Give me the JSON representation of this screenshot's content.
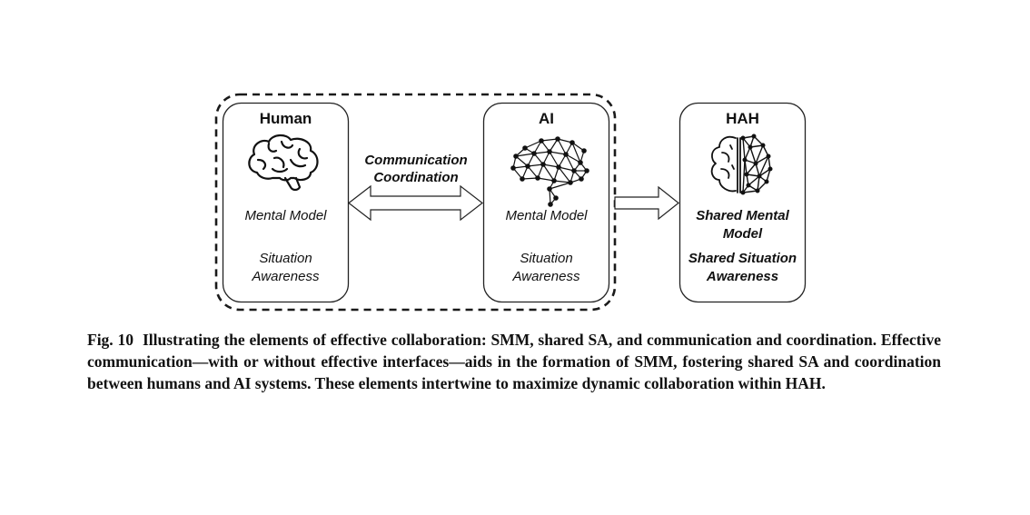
{
  "figure": {
    "boxes": [
      {
        "id": "human",
        "title": "Human",
        "icon": "brain-icon",
        "lines": [
          "Mental Model",
          "Situation",
          "Awareness"
        ]
      },
      {
        "id": "ai",
        "title": "AI",
        "icon": "network-brain-icon",
        "lines": [
          "Mental Model",
          "Situation",
          "Awareness"
        ]
      },
      {
        "id": "hah",
        "title": "HAH",
        "icon": "hybrid-brain-icon",
        "lines": [
          "Shared Mental",
          "Model",
          "Shared Situation",
          "Awareness"
        ]
      }
    ],
    "arrow_label": [
      "Communication",
      "Coordination"
    ],
    "colors": {
      "stroke": "#1a1a1a",
      "background": "#ffffff"
    }
  },
  "caption": {
    "label": "Fig. 10",
    "text": "Illustrating the elements of effective collaboration: SMM, shared SA, and communication and coordination. Effective communication—with or without effective interfaces—aids in the formation of SMM, fostering shared SA and coordination between humans and AI systems. These elements intertwine to maximize dynamic collaboration within HAH."
  }
}
